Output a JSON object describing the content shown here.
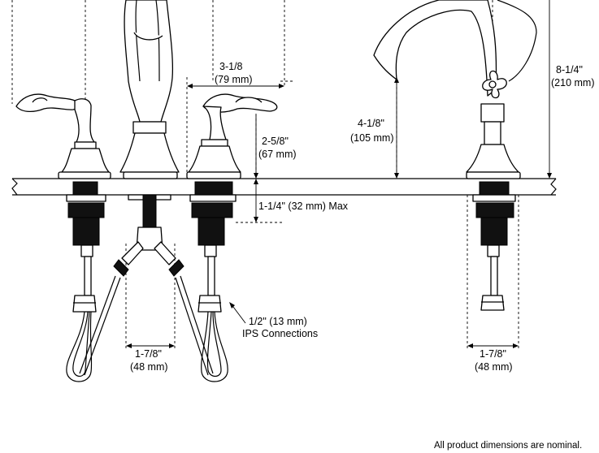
{
  "dimensions": {
    "handle_spacing": {
      "imperial": "3-1/8",
      "metric": "(79 mm)"
    },
    "handle_height": {
      "imperial": "2-5/8\"",
      "metric": "(67 mm)"
    },
    "deck_thickness": "1-1/4\" (32  mm) Max",
    "connection": {
      "imperial": "1/2\" (13 mm)",
      "label": "IPS Connections"
    },
    "spacing_left": {
      "imperial": "1-7/8\"",
      "metric": "(48 mm)"
    },
    "spacing_right": {
      "imperial": "1-7/8\"",
      "metric": "(48 mm)"
    },
    "spout_height": {
      "imperial": "4-1/8\"",
      "metric": "(105 mm)"
    },
    "overall_height": {
      "imperial": "8-1/4\"",
      "metric": "(210 mm)"
    }
  },
  "footnote": "All product dimensions are nominal."
}
